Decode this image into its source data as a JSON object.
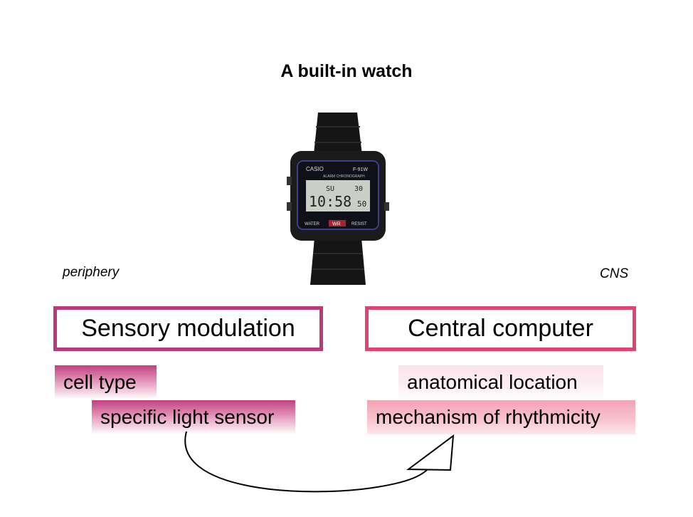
{
  "title": "A built-in watch",
  "watch": {
    "brand": "CASIO",
    "model": "F-91W",
    "subtitle": "ALARM CHRONOGRAPH",
    "day": "SU",
    "date": "30",
    "time": "10:58",
    "seconds": "50",
    "footer_left": "WATER",
    "footer_mid": "WR",
    "footer_right": "RESIST"
  },
  "labels": {
    "left": "periphery",
    "right": "CNS"
  },
  "boxes": {
    "left": "Sensory modulation",
    "right": "Central computer"
  },
  "left_tags": [
    "cell type",
    "specific light sensor"
  ],
  "right_tags": [
    "anatomical location",
    "mechanism of rhythmicity"
  ],
  "colors": {
    "left_border": "#b93a7a",
    "right_border": "#e0456f",
    "left_tag": "#c2407f",
    "right_tag": "#f2a3b3"
  }
}
